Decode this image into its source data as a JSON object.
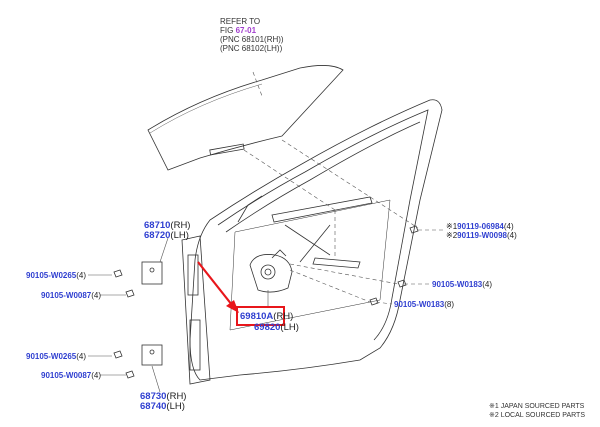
{
  "refer": {
    "line1": "REFER TO",
    "fig_prefix": "FIG",
    "fig_ref": "67-01",
    "line3": "(PNC 68101(RH))",
    "line4": "(PNC 68102(LH))"
  },
  "parts": {
    "p68710": {
      "pnc": "68710",
      "side": "(RH)"
    },
    "p68720": {
      "pnc": "68720",
      "side": "(LH)"
    },
    "p68730": {
      "pnc": "68730",
      "side": "(RH)"
    },
    "p68740": {
      "pnc": "68740",
      "side": "(LH)"
    },
    "p69810": {
      "pnc": "69810A",
      "side": "(RH)"
    },
    "p69820": {
      "pnc": "69820",
      "side": "(LH)"
    },
    "w0265_top": {
      "pnc": "90105-W0265",
      "qty": "(4)"
    },
    "w0087_top": {
      "pnc": "90105-W0087",
      "qty": "(4)"
    },
    "w0265_bot": {
      "pnc": "90105-W0265",
      "qty": "(4)"
    },
    "w0087_bot": {
      "pnc": "90105-W0087",
      "qty": "(4)"
    },
    "w0183_a": {
      "pnc": "90105-W0183",
      "qty": "(4)"
    },
    "w0183_b": {
      "pnc": "90105-W0183",
      "qty": "(8)"
    },
    "s06984": {
      "mark": "※1",
      "pnc": "90119-06984",
      "qty": "(4)"
    },
    "s0098": {
      "mark": "※2",
      "pnc": "90119-W0098",
      "qty": "(4)"
    }
  },
  "notes": {
    "note1": "※1 JAPAN SOURCED PARTS",
    "note2": "※2 LOCAL SOURCED PARTS"
  },
  "colors": {
    "link": "#2f3fd0",
    "fig_link": "#a23fcf",
    "highlight": "#e8161b"
  }
}
